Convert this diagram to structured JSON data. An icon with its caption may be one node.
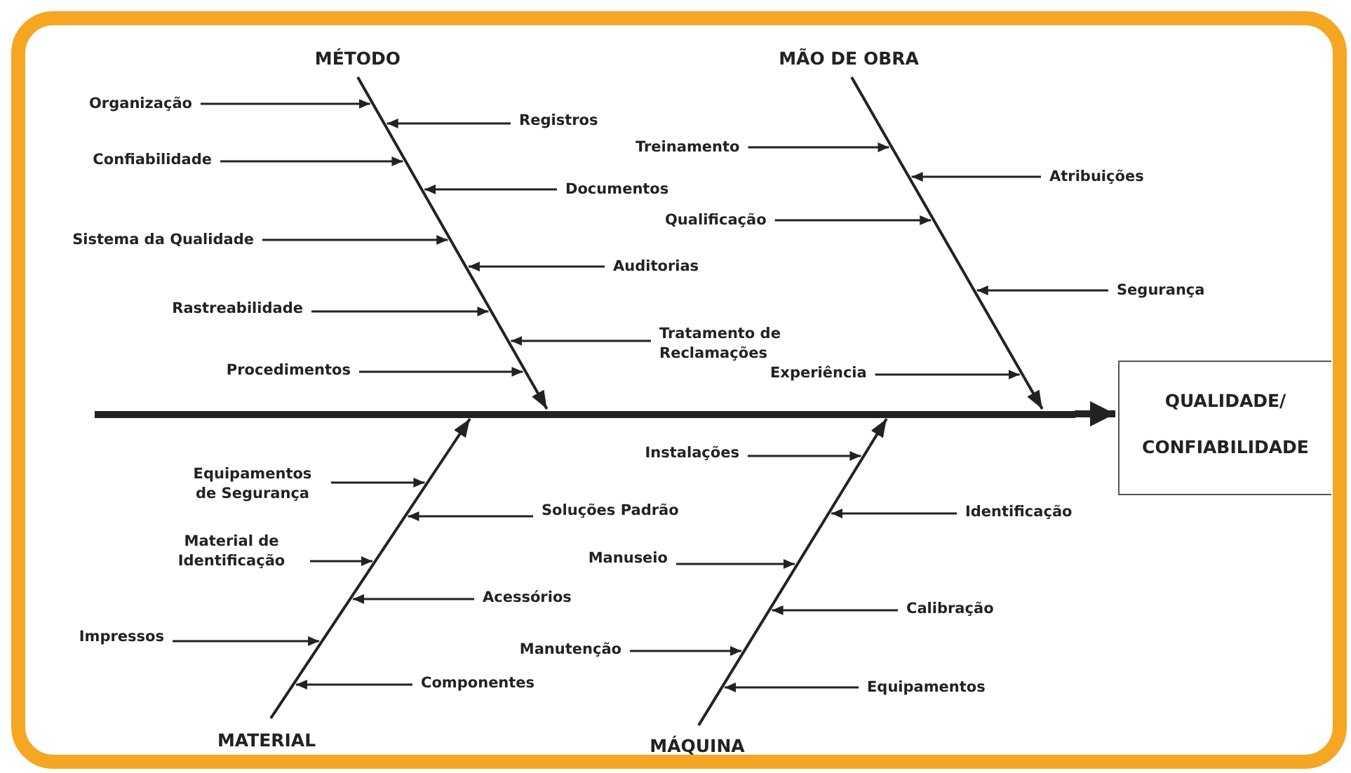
{
  "diagram": {
    "nodes": [
      {
        "text": [
          "MÉTODO"
        ]
      },
      {
        "text": [
          "Organização"
        ]
      },
      {
        "text": [
          "Confiabilidade"
        ]
      },
      {
        "text": [
          "Sistema da Qualidade"
        ]
      },
      {
        "text": [
          "Rastreabilidade"
        ]
      },
      {
        "text": [
          "Procedimentos"
        ]
      },
      {
        "text": [
          "Registros"
        ]
      },
      {
        "text": [
          "Documentos"
        ]
      },
      {
        "text": [
          "Auditorias"
        ]
      },
      {
        "text": [
          "Tratamento de Reclamações"
        ]
      },
      {
        "text": [
          "MÃO DE OBRA"
        ]
      },
      {
        "text": [
          "Treinamento"
        ]
      },
      {
        "text": [
          "Qualificação"
        ]
      },
      {
        "text": [
          "Experiência"
        ]
      },
      {
        "text": [
          "Atribuições"
        ]
      },
      {
        "text": [
          "Segurança"
        ]
      },
      {
        "text": [
          "QUALIDADE/ CONFIABILIDADE"
        ]
      },
      {
        "text": [
          "Equipamentos de Segurança"
        ]
      },
      {
        "text": [
          "Material de Identificação"
        ]
      },
      {
        "text": [
          "Impressos"
        ]
      },
      {
        "text": [
          "Soluções Padrão"
        ]
      },
      {
        "text": [
          "Acessórios"
        ]
      },
      {
        "text": [
          "Componentes"
        ]
      },
      {
        "text": [
          "MATERIAL"
        ]
      },
      {
        "text": [
          "Instalações"
        ]
      },
      {
        "text": [
          "Manuseio"
        ]
      },
      {
        "text": [
          "Manutenção"
        ]
      },
      {
        "text": [
          "Identificação"
        ]
      },
      {
        "text": [
          "Calibração"
        ]
      },
      {
        "text": [
          "Equipamentos"
        ]
      },
      {
        "text": [
          "MÁQUINA"
        ]
      },
      {
        "text": [],
        "shape": "bar"
      },
      {
        "text": [],
        "shape": "bar"
      },
      {
        "text": [],
        "shape": "bar"
      },
      {
        "text": [],
        "shape": "bar"
      },
      {
        "text": [],
        "shape": "bar"
      }
    ],
    "edges": [
      {
        "from": 31,
        "to": 16,
        "arrow": "to",
        "style": "thick"
      },
      {
        "from": 32,
        "to": 31,
        "arrow": "to"
      },
      {
        "from": 1,
        "to": 32,
        "arrow": "to"
      },
      {
        "from": 2,
        "to": 32,
        "arrow": "to"
      },
      {
        "from": 3,
        "to": 32,
        "arrow": "to"
      },
      {
        "from": 4,
        "to": 32,
        "arrow": "to"
      },
      {
        "from": 5,
        "to": 32,
        "arrow": "to"
      },
      {
        "from": 6,
        "to": 32,
        "arrow": "to"
      },
      {
        "from": 7,
        "to": 32,
        "arrow": "to"
      },
      {
        "from": 8,
        "to": 32,
        "arrow": "to"
      },
      {
        "from": 9,
        "to": 32,
        "arrow": "to"
      },
      {
        "from": 33,
        "to": 31,
        "arrow": "to"
      },
      {
        "from": 11,
        "to": 33,
        "arrow": "to"
      },
      {
        "from": 12,
        "to": 33,
        "arrow": "to"
      },
      {
        "from": 13,
        "to": 33,
        "arrow": "to"
      },
      {
        "from": 14,
        "to": 33,
        "arrow": "to"
      },
      {
        "from": 15,
        "to": 33,
        "arrow": "to"
      },
      {
        "from": 34,
        "to": 31,
        "arrow": "to"
      },
      {
        "from": 17,
        "to": 34,
        "arrow": "to"
      },
      {
        "from": 18,
        "to": 34,
        "arrow": "to"
      },
      {
        "from": 19,
        "to": 34,
        "arrow": "to"
      },
      {
        "from": 20,
        "to": 34,
        "arrow": "to"
      },
      {
        "from": 21,
        "to": 34,
        "arrow": "to"
      },
      {
        "from": 22,
        "to": 34,
        "arrow": "to"
      },
      {
        "from": 35,
        "to": 31,
        "arrow": "to"
      },
      {
        "from": 24,
        "to": 35,
        "arrow": "to"
      },
      {
        "from": 25,
        "to": 35,
        "arrow": "to"
      },
      {
        "from": 26,
        "to": 35,
        "arrow": "to"
      },
      {
        "from": 27,
        "to": 35,
        "arrow": "to"
      },
      {
        "from": 28,
        "to": 35,
        "arrow": "to"
      },
      {
        "from": 29,
        "to": 35,
        "arrow": "to"
      }
    ]
  }
}
